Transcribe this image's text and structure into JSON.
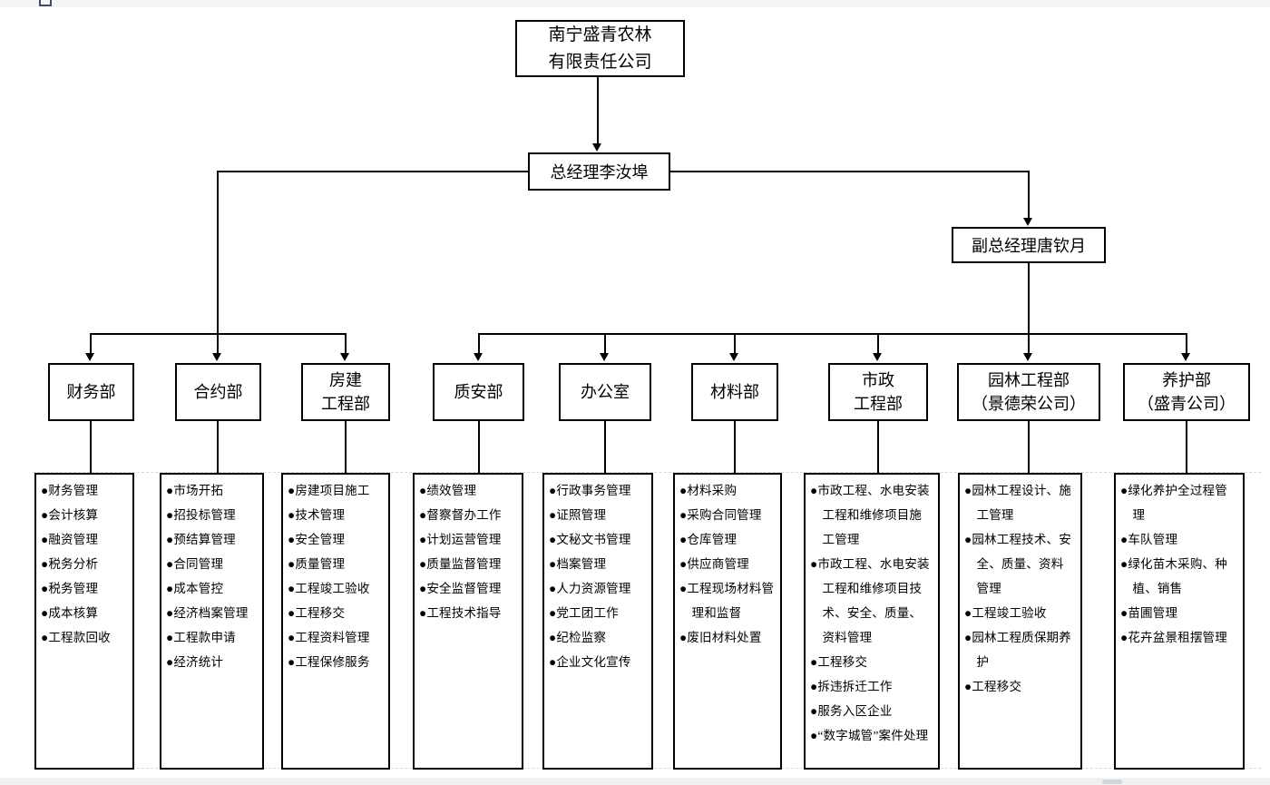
{
  "page": {
    "background": "#ffffff",
    "line_color": "#000000",
    "top_bar_color": "#f4f5f7",
    "bottom_bar_color": "#eff0f2",
    "grid_dash_color": "#d9d9d9"
  },
  "org": {
    "company": "南宁盛青农林\n有限责任公司",
    "general_manager": "总经理李汝埠",
    "deputy_general_manager": "副总经理唐钦月",
    "departments": [
      {
        "name": "财务部",
        "duties": [
          "财务管理",
          "会计核算",
          "融资管理",
          "税务分析",
          "税务管理",
          "成本核算",
          "工程款回收"
        ]
      },
      {
        "name": "合约部",
        "duties": [
          "市场开拓",
          "招投标管理",
          "预结算管理",
          "合同管理",
          "成本管控",
          "经济档案管理",
          "工程款申请",
          "经济统计"
        ]
      },
      {
        "name": "房建\n工程部",
        "duties": [
          "房建项目施工",
          "技术管理",
          "安全管理",
          "质量管理",
          "工程竣工验收",
          "工程移交",
          "工程资料管理",
          "工程保修服务"
        ]
      },
      {
        "name": "质安部",
        "duties": [
          "绩效管理",
          "督察督办工作",
          "计划运营管理",
          "质量监督管理",
          "安全监督管理",
          "工程技术指导"
        ]
      },
      {
        "name": "办公室",
        "duties": [
          "行政事务管理",
          "证照管理",
          "文秘文书管理",
          "档案管理",
          "人力资源管理",
          "党工团工作",
          "纪检监察",
          "企业文化宣传"
        ]
      },
      {
        "name": "材料部",
        "duties": [
          "材料采购",
          "采购合同管理",
          "仓库管理",
          "供应商管理",
          "工程现场材料管理和监督",
          "废旧材料处置"
        ]
      },
      {
        "name": "市政\n工程部",
        "duties": [
          "市政工程、水电安装工程和维修项目施工管理",
          "市政工程、水电安装工程和维修项目技术、安全、质量、资料管理",
          "工程移交",
          "拆违拆迁工作",
          "服务入区企业",
          "“数字城管”案件处理"
        ]
      },
      {
        "name": "园林工程部\n（景德荣公司）",
        "duties": [
          "园林工程设计、施工管理",
          "园林工程技术、安全、质量、资料管理",
          "工程竣工验收",
          "园林工程质保期养护",
          "工程移交"
        ]
      },
      {
        "name": "养护部\n（盛青公司）",
        "duties": [
          "绿化养护全过程管理",
          "车队管理",
          "绿化苗木采购、种植、销售",
          "苗圃管理",
          "花卉盆景租摆管理"
        ]
      }
    ]
  }
}
